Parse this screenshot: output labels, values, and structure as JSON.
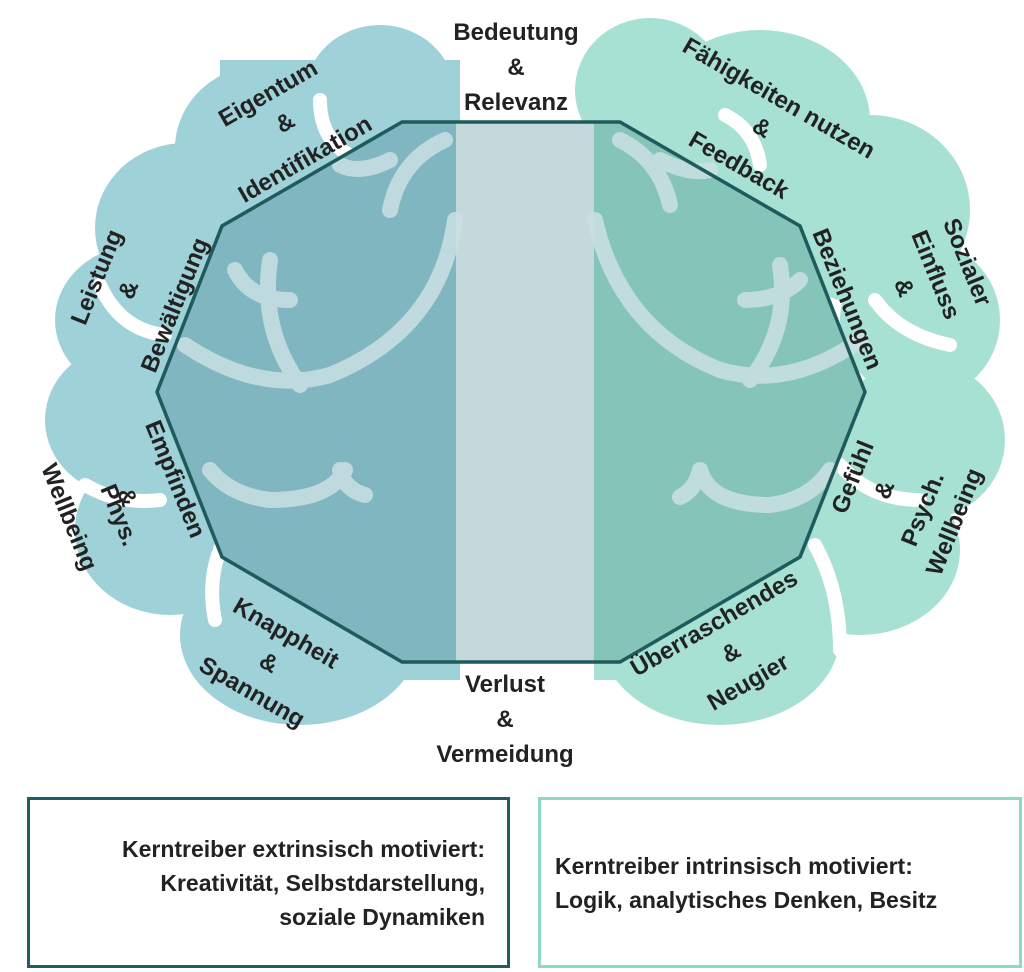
{
  "colors": {
    "left_hemisphere": "#9fd1d9",
    "right_hemisphere": "#a7e1d3",
    "octagon_left_fill": "#7fb6bf",
    "octagon_right_fill": "#85c4b8",
    "center_band": "#c3d9db",
    "octagon_stroke": "#1f5a5c",
    "left_box_border": "#1f5c66",
    "right_box_border": "#8fd8c8"
  },
  "labels": {
    "top": [
      "Bedeutung",
      "&",
      "Relevanz"
    ],
    "bottom": [
      "Verlust",
      "&",
      "Vermeidung"
    ],
    "eigentum": [
      "Eigentum",
      "&"
    ],
    "identifikation": "Identifikation",
    "leistung": [
      "Leistung",
      "&"
    ],
    "bewaeltigung": "Bewältigung",
    "empfinden": "Empfinden",
    "phys": [
      "&",
      "Phys.",
      "Wellbeing"
    ],
    "knappheit": [
      "Knappheit",
      "&",
      "Spannung"
    ],
    "faehigkeiten": [
      "Fähigkeiten nutzen",
      "&"
    ],
    "feedback": "Feedback",
    "sozialer": [
      "Sozialer",
      "Einfluss",
      "&"
    ],
    "beziehungen": "Beziehungen",
    "gefuehl": [
      "Gefühl",
      "&"
    ],
    "psych": [
      "Psych.",
      "Wellbeing"
    ],
    "ueberraschendes": [
      "Überraschendes",
      "&",
      "Neugier"
    ]
  },
  "boxes": {
    "left": {
      "line1": "Kerntreiber extrinsisch motiviert:",
      "line2": "Kreativität, Selbstdarstellung,",
      "line3": "soziale Dynamiken"
    },
    "right": {
      "line1": "Kerntreiber intrinsisch motiviert:",
      "line2": "Logik, analytisches Denken, Besitz"
    }
  }
}
